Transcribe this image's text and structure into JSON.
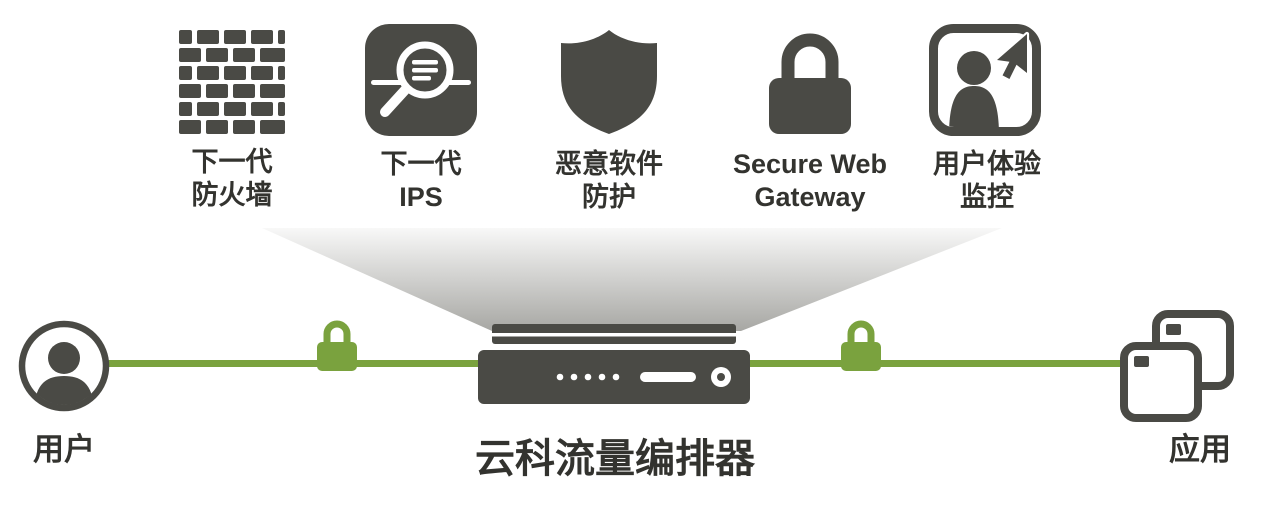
{
  "services": [
    {
      "id": "next-gen-firewall",
      "label": "下一代\n防火墙"
    },
    {
      "id": "next-gen-ips",
      "label": "下一代\nIPS"
    },
    {
      "id": "malware-protection",
      "label": "恶意软件\n防护"
    },
    {
      "id": "secure-web-gateway",
      "label": "Secure Web\nGateway"
    },
    {
      "id": "user-experience-monitoring",
      "label": "用户体验\n监控"
    }
  ],
  "appliance": {
    "label": "云科流量编排器"
  },
  "endpoints": {
    "user": {
      "label": "用户"
    },
    "apps": {
      "label": "应用"
    }
  },
  "icons": {
    "firewall": "brick-wall-icon",
    "ips": "magnifier-inspection-icon",
    "malware": "shield-icon",
    "swg": "padlock-icon",
    "ux": "user-cursor-monitor-icon",
    "left_link": "green-lock-icon",
    "right_link": "green-lock-icon",
    "user": "person-circle-icon",
    "apps": "stacked-windows-icon"
  },
  "colors": {
    "dark": "#4a4a45",
    "green": "#7aa23e"
  }
}
